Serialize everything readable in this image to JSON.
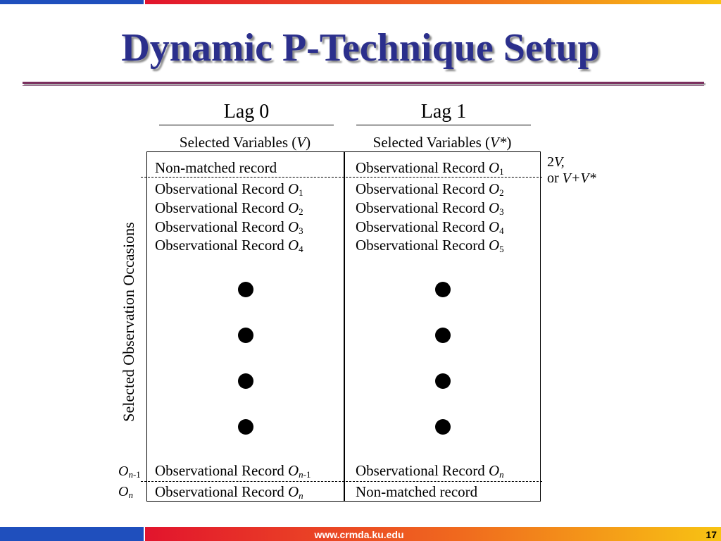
{
  "title": "Dynamic P-Technique Setup",
  "lag0": {
    "label": "Lag 0",
    "vars_label": "Selected Variables",
    "vars_symbol": "V"
  },
  "lag1": {
    "label": "Lag 1",
    "vars_label": "Selected Variables",
    "vars_symbol": "V*"
  },
  "axis_label": "Selected Observation Occasions",
  "record_label": "Observational Record",
  "non_matched": "Non-matched record",
  "obs_symbol": "O",
  "lag0_rows": [
    "1",
    "2",
    "3",
    "4"
  ],
  "lag1_rows": [
    "2",
    "3",
    "4",
    "5"
  ],
  "lag1_first_sub": "1",
  "penultimate_sub": "n",
  "penultimate_sub_tail": "-1",
  "last_sub": "n",
  "right_note": {
    "line1_num": "2",
    "line1_sym": "V,",
    "line2_or": "or",
    "line2_expr": "V+V*"
  },
  "footer": {
    "url": "www.crmda.ku.edu",
    "page": "17"
  },
  "colors": {
    "title": "#2b2f8c",
    "bar_blue": "#1f4fbd",
    "bar_red": "#e2142d",
    "bar_yellow": "#f8c413"
  }
}
